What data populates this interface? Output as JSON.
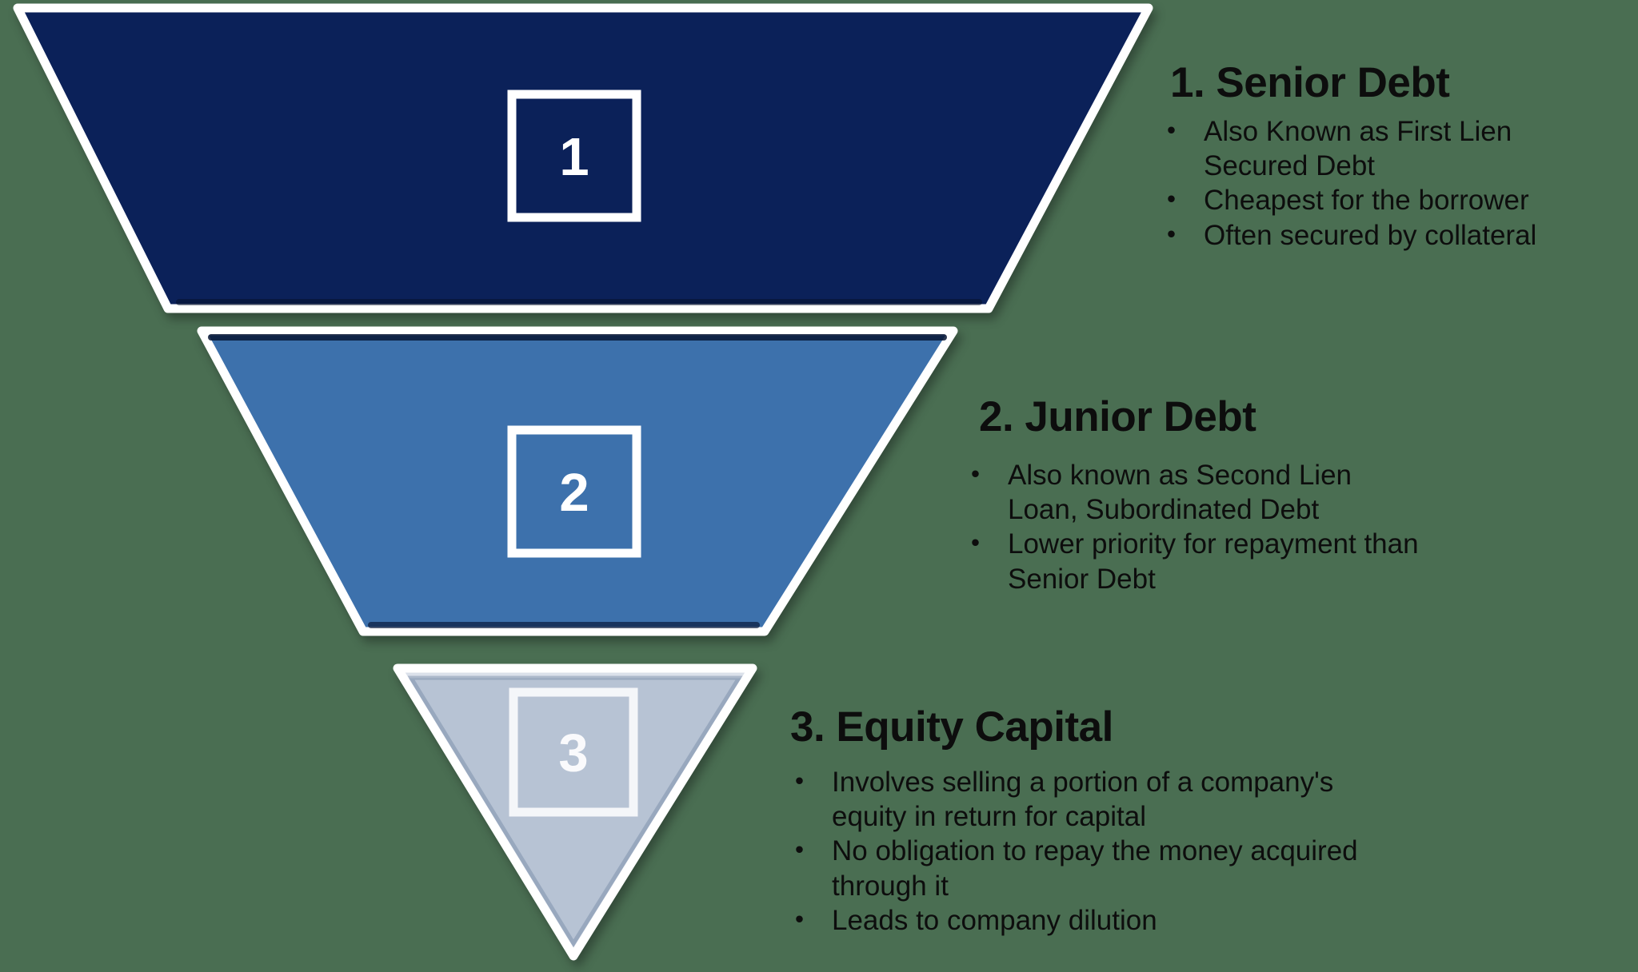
{
  "title": "Capital structure inverted funnel diagram",
  "colors": {
    "background": "#4a6e52",
    "tier1_fill": "#0b2159",
    "tier2_fill": "#3d71ac",
    "tier3_fill": "#b7c3d4",
    "outline": "#ffffff",
    "text": "#0d0d0d"
  },
  "funnel": {
    "tiers": [
      {
        "number": "1",
        "name": "Senior Debt",
        "fill": "#0b2159"
      },
      {
        "number": "2",
        "name": "Junior Debt",
        "fill": "#3d71ac"
      },
      {
        "number": "3",
        "name": "Equity Capital",
        "fill": "#b7c3d4"
      }
    ]
  },
  "blocks": [
    {
      "heading": "1. Senior Debt",
      "bullets": [
        "Also Known as First Lien Secured Debt",
        "Cheapest for the borrower",
        "Often secured by collateral"
      ]
    },
    {
      "heading": "2. Junior Debt",
      "bullets": [
        "Also known as Second Lien Loan, Subordinated Debt",
        "Lower priority for repayment than Senior Debt"
      ]
    },
    {
      "heading": "3. Equity Capital",
      "bullets": [
        "Involves selling a portion of a company's equity in return for capital",
        "No obligation to repay the money acquired through it",
        "Leads to company dilution"
      ]
    }
  ]
}
